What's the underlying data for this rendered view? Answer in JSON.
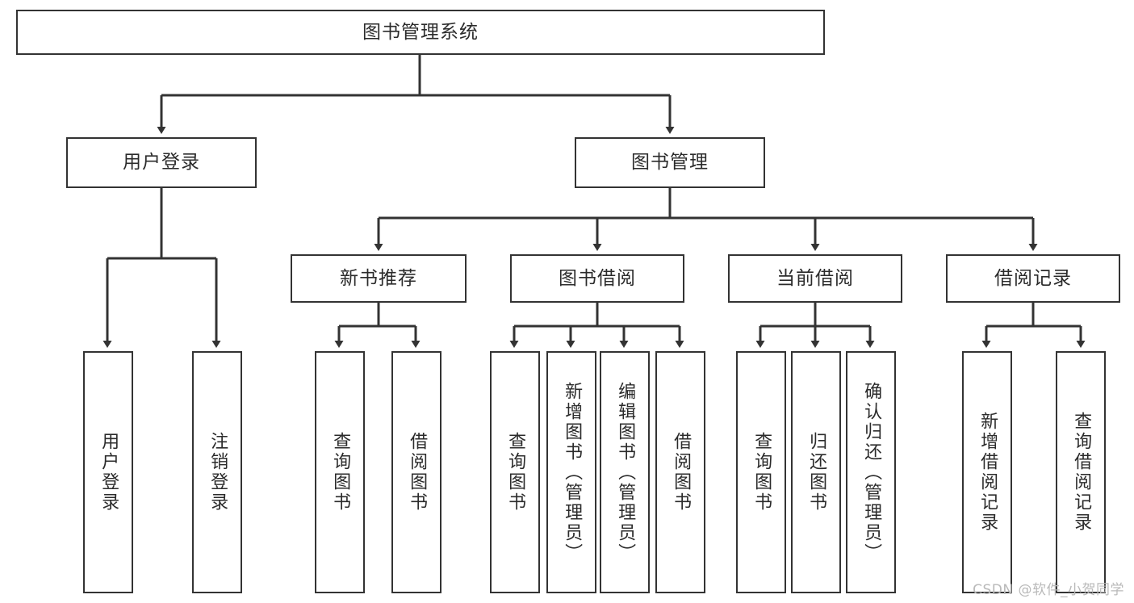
{
  "diagram": {
    "title_node": {
      "label": "图书管理系统"
    },
    "level1": [
      {
        "id": "user-login",
        "label": "用户登录"
      },
      {
        "id": "book-manage",
        "label": "图书管理"
      }
    ],
    "level2": [
      {
        "id": "new-book-recommend",
        "label": "新书推荐"
      },
      {
        "id": "book-borrow",
        "label": "图书借阅"
      },
      {
        "id": "current-borrow",
        "label": "当前借阅"
      },
      {
        "id": "borrow-record",
        "label": "借阅记录"
      }
    ],
    "leaves": {
      "user_login": [
        {
          "id": "leaf-user-login",
          "label": "用户登录"
        },
        {
          "id": "leaf-logout-login",
          "label": "注销登录"
        }
      ],
      "new_book_recommend": [
        {
          "id": "leaf-query-book-1",
          "label": "查询图书"
        },
        {
          "id": "leaf-borrow-book-1",
          "label": "借阅图书"
        }
      ],
      "book_borrow": [
        {
          "id": "leaf-query-book-2",
          "label": "查询图书"
        },
        {
          "id": "leaf-add-book",
          "label": "新增图书（管理员）"
        },
        {
          "id": "leaf-edit-book",
          "label": "编辑图书（管理员）"
        },
        {
          "id": "leaf-borrow-book-2",
          "label": "借阅图书"
        }
      ],
      "current_borrow": [
        {
          "id": "leaf-query-book-3",
          "label": "查询图书"
        },
        {
          "id": "leaf-return-book",
          "label": "归还图书"
        },
        {
          "id": "leaf-confirm-return",
          "label": "确认归还（管理员）"
        }
      ],
      "borrow_record": [
        {
          "id": "leaf-add-record",
          "label": "新增借阅记录"
        },
        {
          "id": "leaf-query-record",
          "label": "查询借阅记录"
        }
      ]
    },
    "watermark": "CSDN @软件_小贺同学",
    "colors": {
      "stroke": "#333333",
      "background": "#ffffff",
      "text": "#2b2b2b",
      "watermark": "#b9b9b9"
    }
  }
}
